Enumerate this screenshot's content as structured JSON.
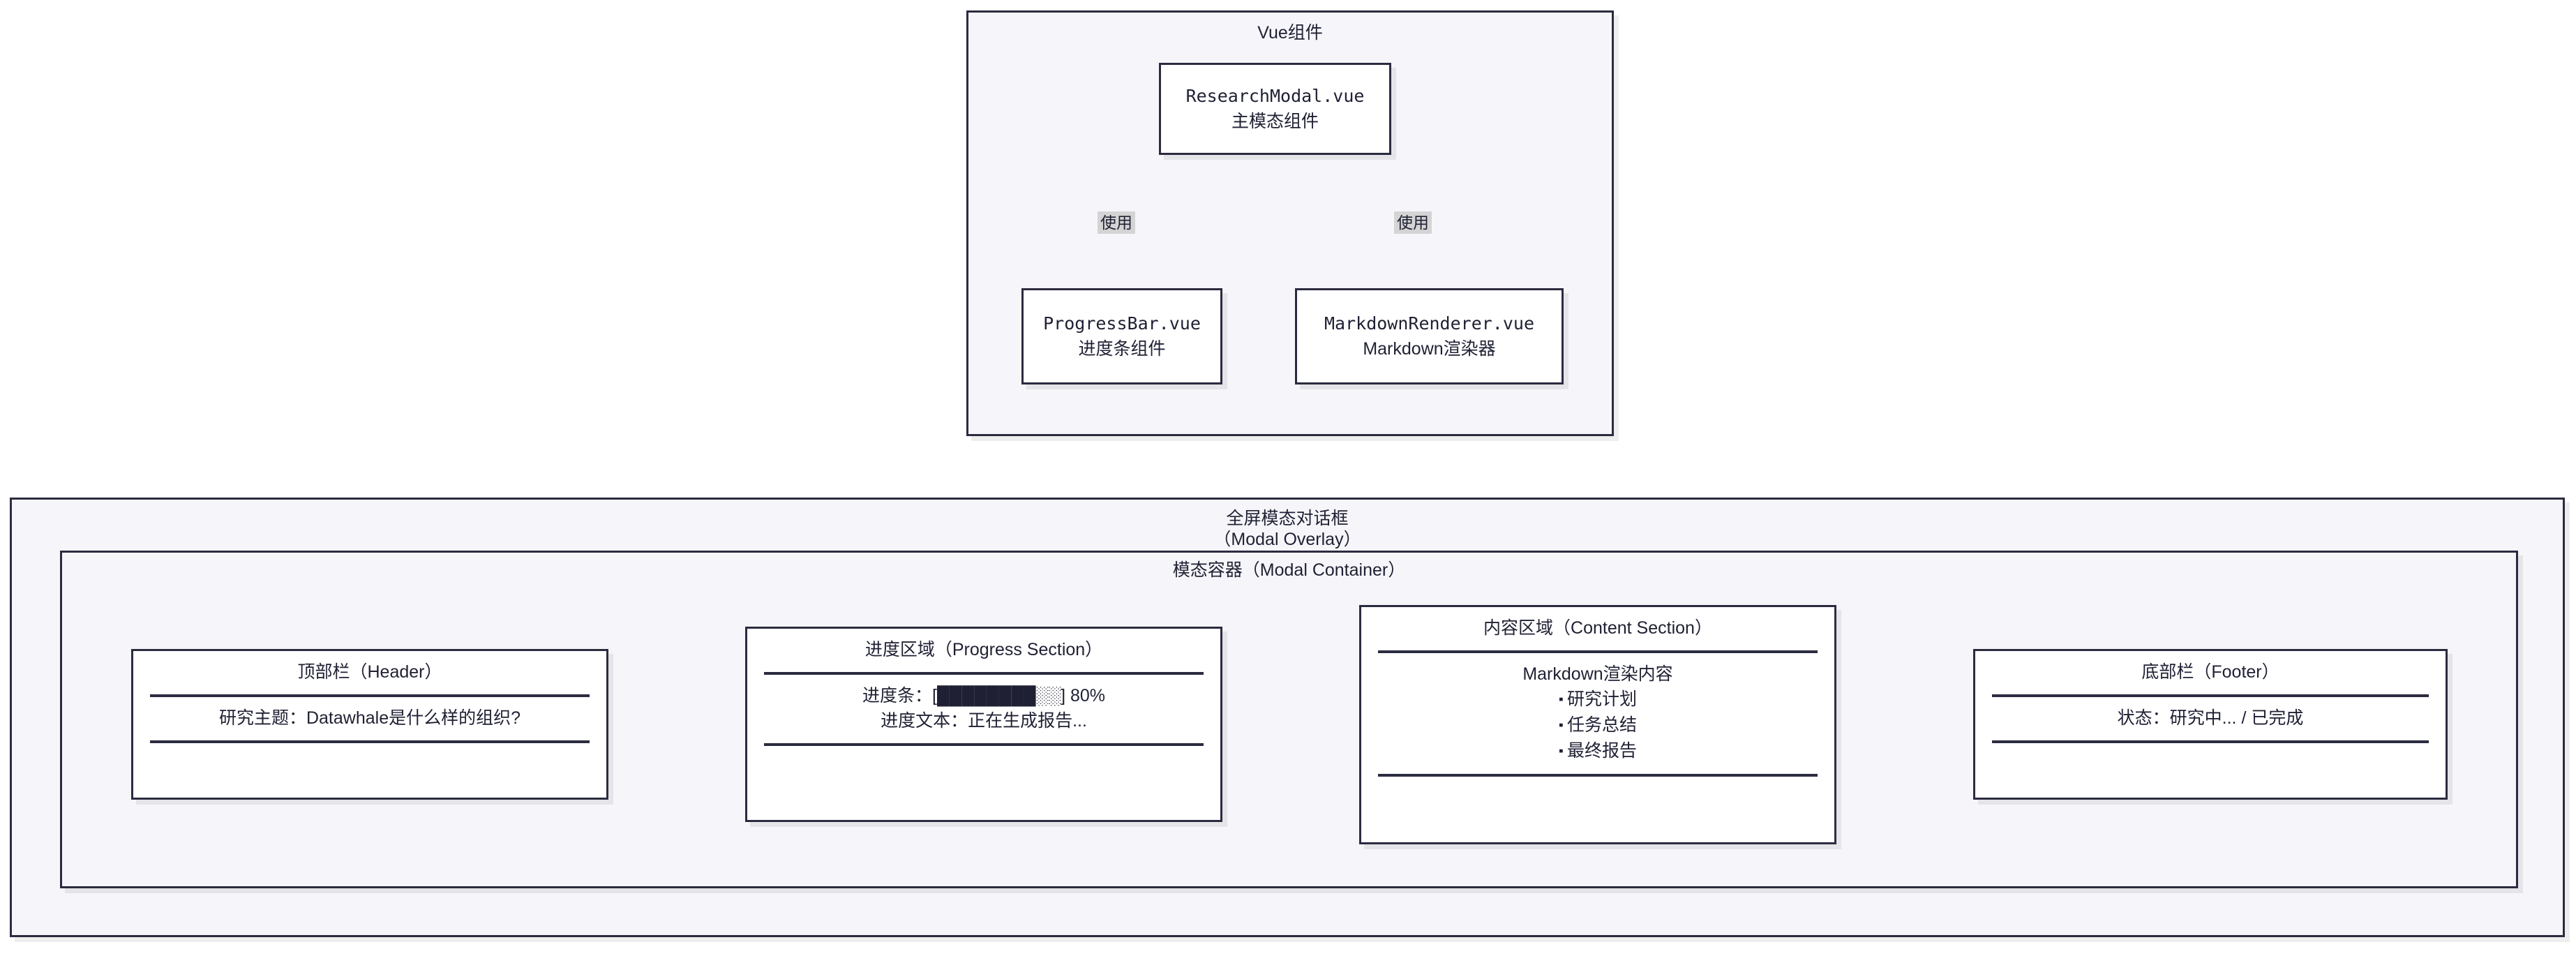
{
  "diagram": {
    "type": "flowchart",
    "background": "#ffffff",
    "colors": {
      "border": "#2b2b40",
      "subgraph_fill": "#f6f6fa",
      "node_fill": "#ffffff",
      "edge_label_fill": "#d4d4d4",
      "text": "#1f2033",
      "edge_stroke": "#000000"
    }
  },
  "vue_group": {
    "title": "Vue组件",
    "nodes": [
      {
        "id": "research-modal",
        "line1": "ResearchModal.vue",
        "line2": "主模态组件"
      },
      {
        "id": "progress-bar",
        "line1": "ProgressBar.vue",
        "line2": "进度条组件"
      },
      {
        "id": "markdown-renderer",
        "line1": "MarkdownRenderer.vue",
        "line2": "Markdown渲染器"
      }
    ],
    "edges": [
      {
        "from": "research-modal",
        "to": "progress-bar",
        "label": "使用",
        "style": "dotted"
      },
      {
        "from": "research-modal",
        "to": "markdown-renderer",
        "label": "使用",
        "style": "dotted"
      }
    ]
  },
  "modal_overlay": {
    "title": "全屏模态对话框\n（Modal Overlay）",
    "modal_container": {
      "title": "模态容器（Modal Container）",
      "sections": [
        {
          "id": "header",
          "title": "顶部栏（Header）",
          "body": [
            "研究主题：Datawhale是什么样的组织?"
          ]
        },
        {
          "id": "progress",
          "title": "进度区域（Progress Section）",
          "body": [
            "进度条：[████████░░] 80%",
            "进度文本：正在生成报告..."
          ],
          "progress": {
            "filled_blocks": 8,
            "empty_blocks": 2,
            "percent": "80%",
            "label_bar": "进度条：",
            "label_text": "进度文本：",
            "status_text": "正在生成报告..."
          }
        },
        {
          "id": "content",
          "title": "内容区域（Content Section）",
          "body": [
            "Markdown渲染内容"
          ],
          "bullets": [
            "研究计划",
            "任务总结",
            "最终报告"
          ]
        },
        {
          "id": "footer",
          "title": "底部栏（Footer）",
          "body": [
            "状态：研究中... / 已完成"
          ]
        }
      ],
      "flow": [
        "header",
        "progress",
        "content",
        "footer"
      ]
    }
  }
}
